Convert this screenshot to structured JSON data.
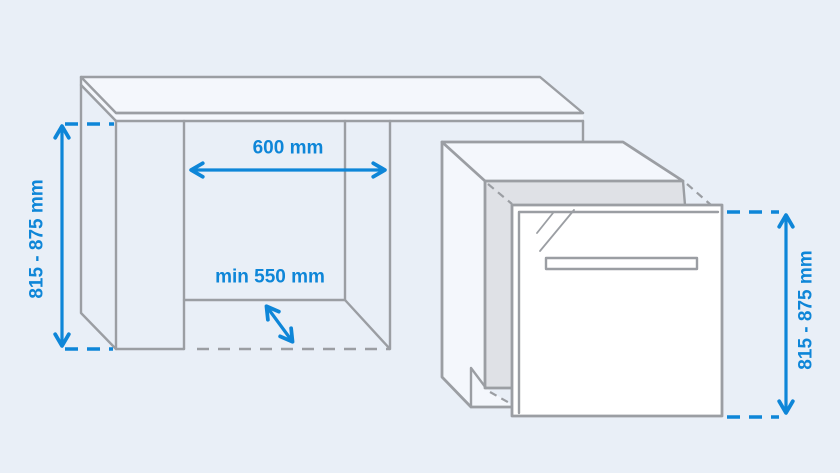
{
  "illustration": {
    "labels": {
      "niche_width": "600 mm",
      "niche_depth": "min 550 mm",
      "niche_height": "815 - 875 mm",
      "dishwasher_height": "815 - 875 mm"
    },
    "colors": {
      "bg": "#e9eff7",
      "face": "#f4f7fc",
      "shade": "#dfe1e6",
      "line": "#9b9ea3",
      "accent": "#0e86d8",
      "door": "#ffffff"
    }
  }
}
